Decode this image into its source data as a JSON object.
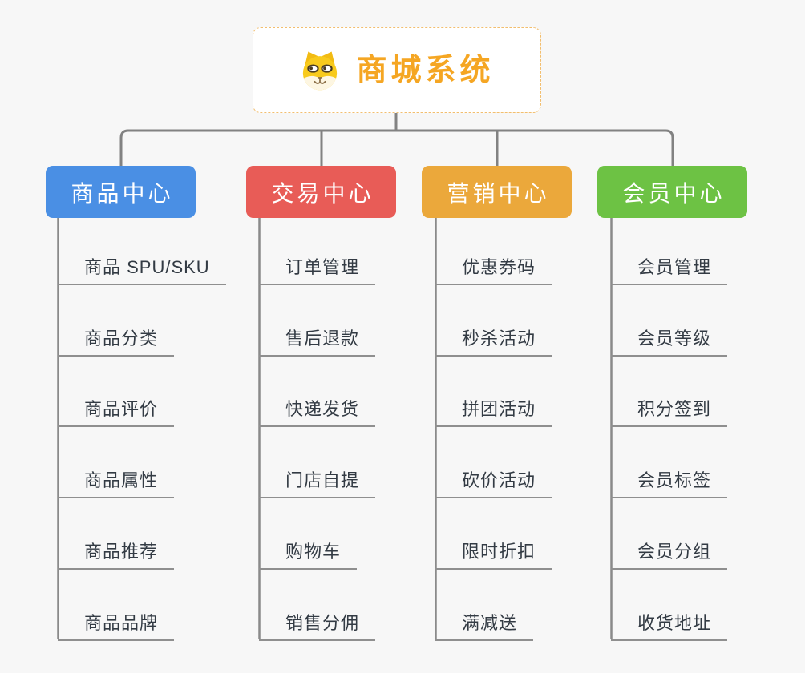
{
  "root": {
    "title": "商城系统",
    "icon": "doge-icon",
    "title_color": "#F5A623",
    "border_color": "#F2BE6E",
    "background": "#FFFFFF"
  },
  "canvas": {
    "background": "#F7F7F7",
    "connector_color": "#828282",
    "underline_color": "#8F8F8F",
    "leaf_text_color": "#333B44"
  },
  "branches": [
    {
      "label": "商品中心",
      "color": "#4A8FE4",
      "items": [
        "商品 SPU/SKU",
        "商品分类",
        "商品评价",
        "商品属性",
        "商品推荐",
        "商品品牌"
      ]
    },
    {
      "label": "交易中心",
      "color": "#E85C57",
      "items": [
        "订单管理",
        "售后退款",
        "快递发货",
        "门店自提",
        "购物车",
        "销售分佣"
      ]
    },
    {
      "label": "营销中心",
      "color": "#EBA83B",
      "items": [
        "优惠券码",
        "秒杀活动",
        "拼团活动",
        "砍价活动",
        "限时折扣",
        "满减送"
      ]
    },
    {
      "label": "会员中心",
      "color": "#6DC244",
      "items": [
        "会员管理",
        "会员等级",
        "积分签到",
        "会员标签",
        "会员分组",
        "收货地址"
      ]
    }
  ]
}
